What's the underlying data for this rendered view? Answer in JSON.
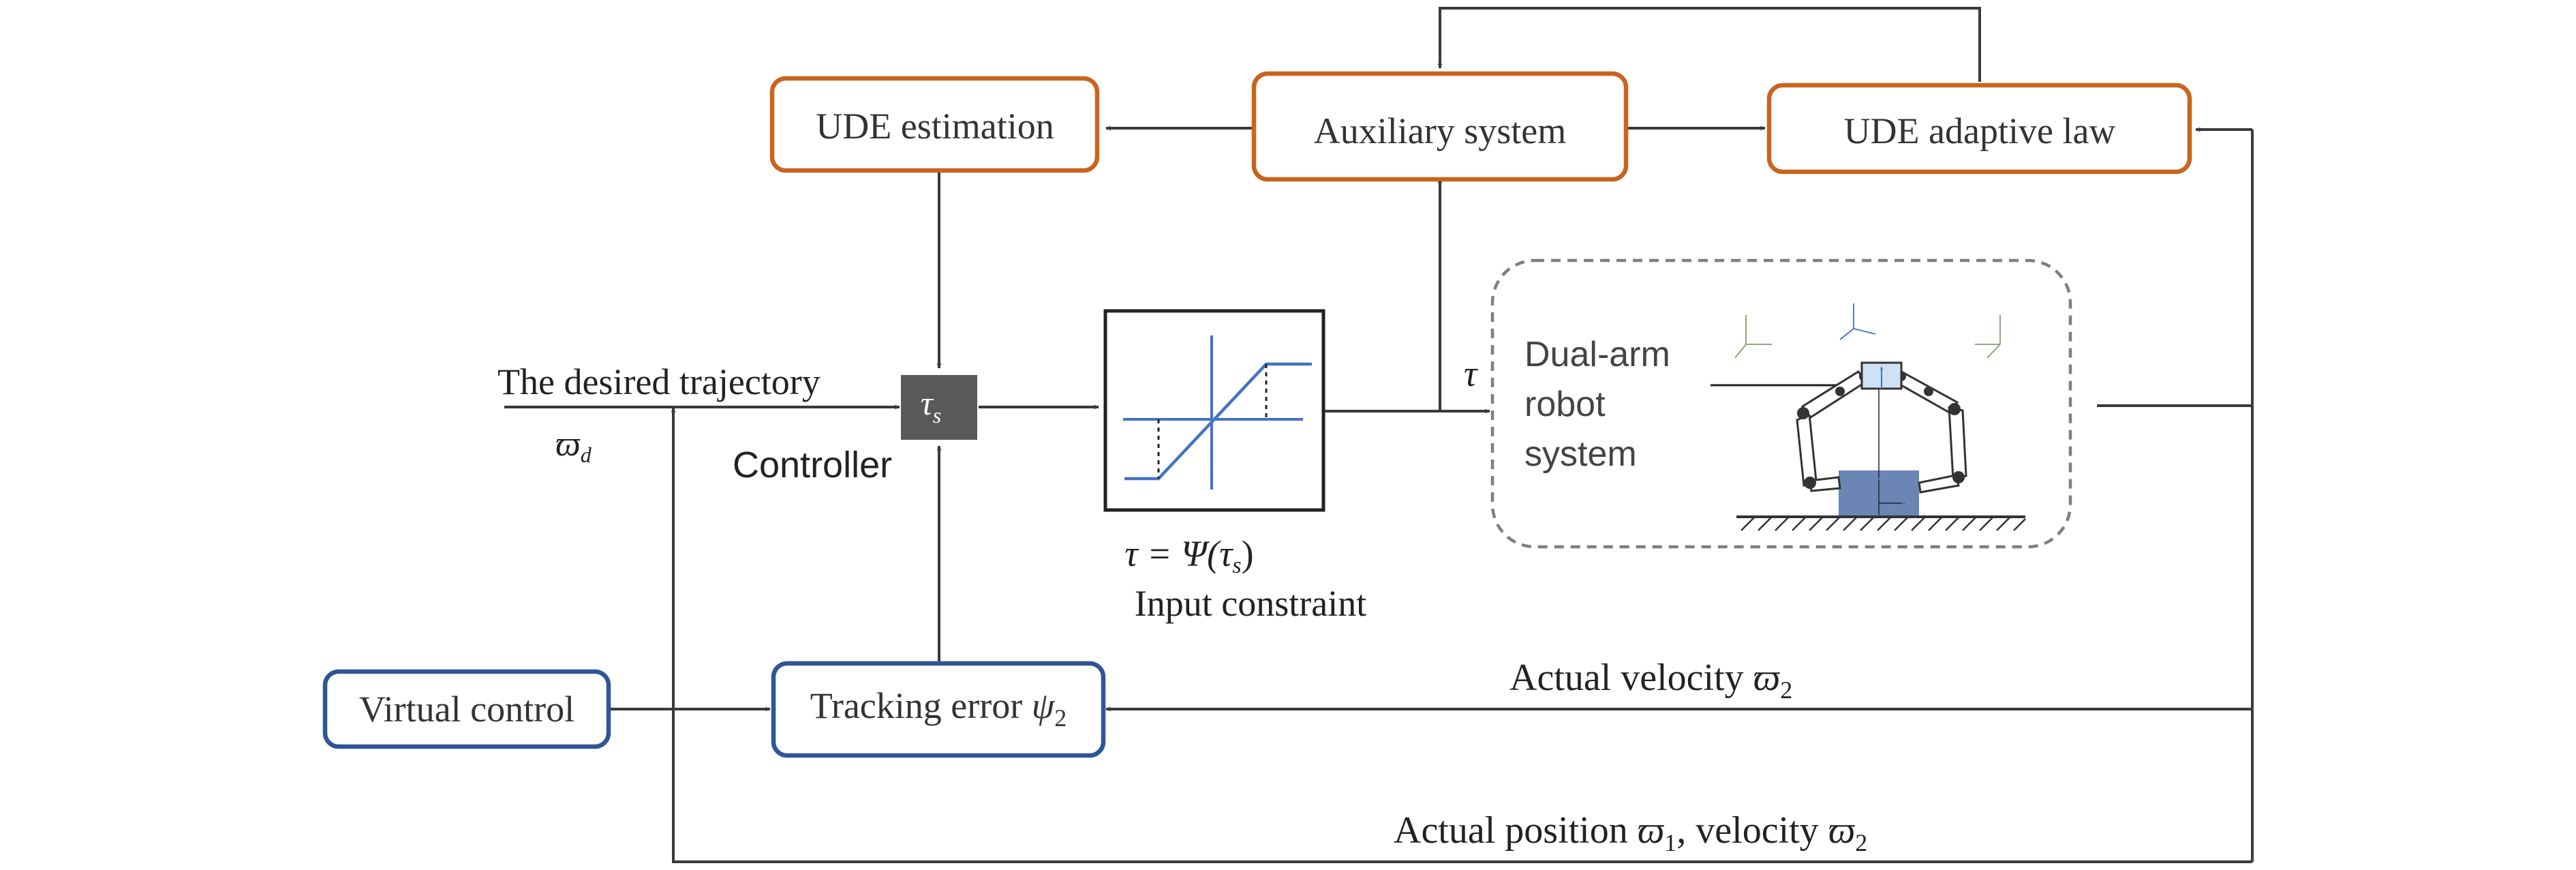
{
  "blocks": {
    "ude_estimation": "UDE estimation",
    "auxiliary_system": "Auxiliary system",
    "ude_adaptive_law": "UDE adaptive law",
    "virtual_control": "Virtual control",
    "tracking_error": "Tracking error ",
    "tracking_error_symbol": "ψ",
    "tracking_error_sub": "2",
    "controller_symbol": "τ",
    "controller_sub": "s"
  },
  "labels": {
    "desired_trajectory": "The desired trajectory",
    "desired_symbol": "ϖ",
    "desired_sub": "d",
    "controller": "Controller",
    "tau": "τ",
    "constraint_eq_a": "τ = ",
    "constraint_eq_psi": "Ψ",
    "constraint_eq_b": "(τ",
    "constraint_eq_sub": "s",
    "constraint_eq_c": ")",
    "input_constraint": "Input constraint",
    "actual_velocity": "Actual velocity ",
    "actual_velocity_symbol": "ϖ",
    "actual_velocity_sub": "2",
    "actual_position_a": "Actual position ",
    "actual_position_symbol": "ϖ",
    "actual_position_sub": "1",
    "actual_position_b": ", velocity ",
    "actual_position_symbol2": "ϖ",
    "actual_position_sub2": "2"
  },
  "robot": {
    "line1": "Dual-arm",
    "line2": "robot",
    "line3": "system"
  },
  "colors": {
    "block_orange": "#c8641e",
    "block_blue": "#2f5597",
    "controller_fill": "#595959",
    "plot_blue": "#4472c4",
    "robot_box": "#6b86b5"
  }
}
